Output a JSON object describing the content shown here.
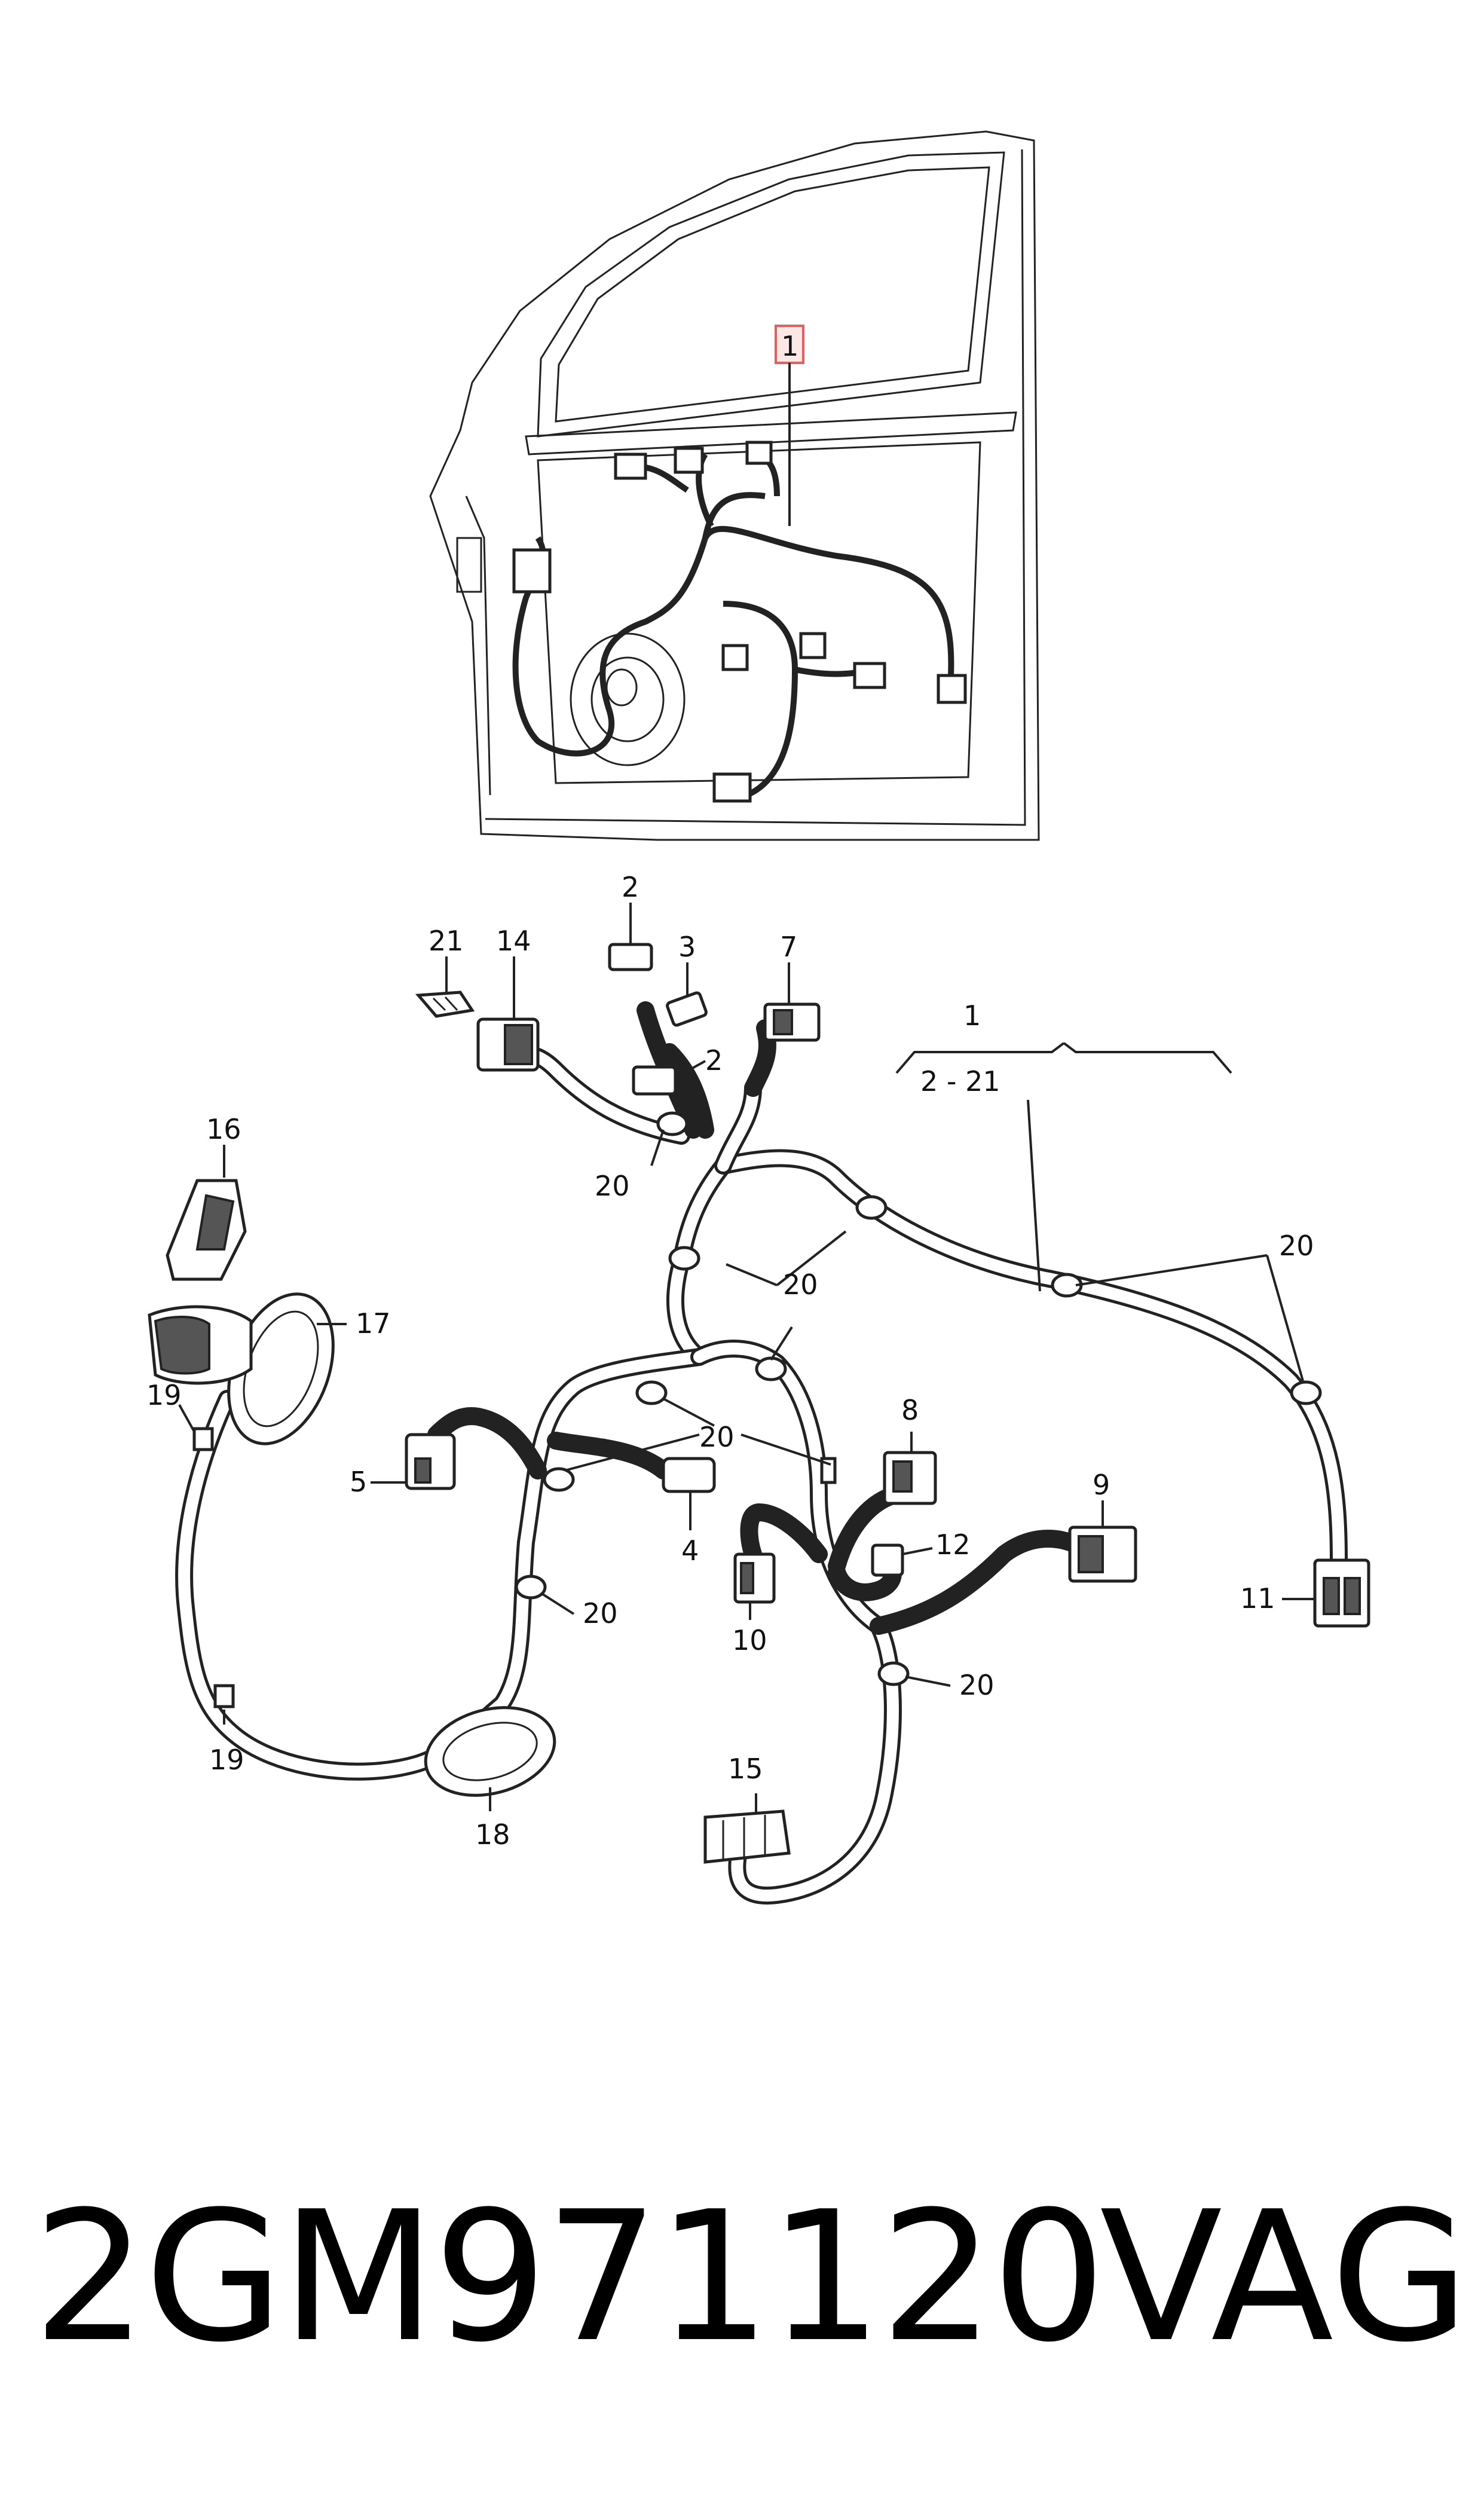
{
  "labels": {
    "door_ref": "1",
    "c2a": "2",
    "c2b": "2",
    "c3": "3",
    "c4": "4",
    "c5": "5",
    "c7": "7",
    "c8": "8",
    "c9": "9",
    "c10": "10",
    "c11": "11",
    "c12": "12",
    "c14": "14",
    "c15": "15",
    "c16": "16",
    "c17": "17",
    "c18": "18",
    "c19a": "19",
    "c19b": "19",
    "c21": "21",
    "group_top": "1",
    "group_range": "2 - 21",
    "clip_a": "20",
    "clip_b": "20",
    "clip_c": "20",
    "clip_d": "20",
    "clip_e": "20",
    "clip_f": "20"
  },
  "footer": {
    "part_number": "2GM971120",
    "brand": "VAG"
  }
}
